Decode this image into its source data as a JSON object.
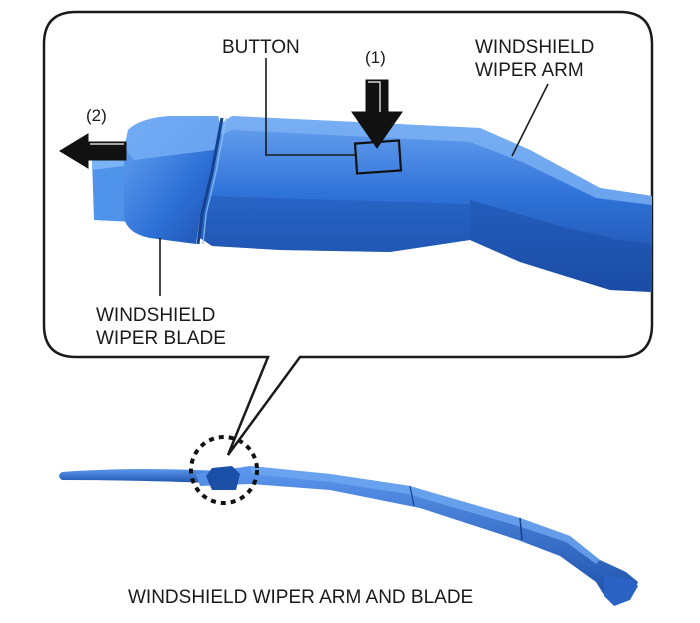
{
  "labels": {
    "button": "BUTTON",
    "step1": "(1)",
    "step2": "(2)",
    "arm": [
      "WINDSHIELD",
      "WIPER ARM"
    ],
    "blade": [
      "WINDSHIELD",
      "WIPER BLADE"
    ],
    "caption": "WINDSHIELD WIPER ARM AND BLADE"
  },
  "colors": {
    "part_main": "#2d6fd6",
    "part_light": "#5c97ee",
    "part_dark": "#1c4fa8",
    "blade_stub": "#4f94ea",
    "outline": "#1a1a1a",
    "arrow": "#111111"
  }
}
